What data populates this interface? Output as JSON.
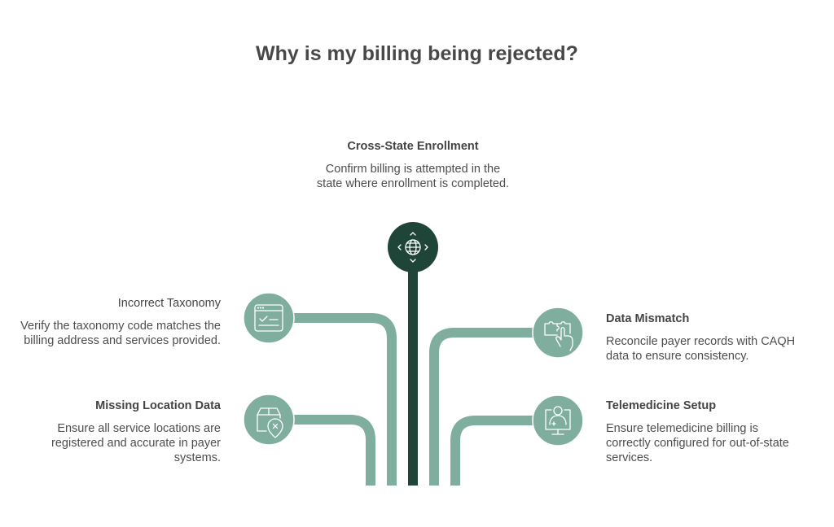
{
  "title": "Why is my billing being rejected?",
  "colors": {
    "primary_dark": "#1f4538",
    "secondary": "#7fae9f",
    "icon_stroke": "#ffffff",
    "text": "#4a4a4a"
  },
  "center": {
    "heading": "Cross-State Enrollment",
    "description": "Confirm billing is attempted in the state where enrollment is completed.",
    "icon": "globe-navigation-icon"
  },
  "branches": [
    {
      "side": "left",
      "heading": "Incorrect Taxonomy",
      "description": "Verify the taxonomy code matches the billing address and services provided.",
      "icon": "browser-checklist-icon"
    },
    {
      "side": "left",
      "heading": "Missing Location Data",
      "description": "Ensure all service locations are registered and accurate in payer systems.",
      "icon": "box-location-error-icon"
    },
    {
      "side": "right",
      "heading": "Data Mismatch",
      "description": "Reconcile payer records with CAQH data to ensure consistency.",
      "icon": "puzzle-hand-icon"
    },
    {
      "side": "right",
      "heading": "Telemedicine Setup",
      "description": "Ensure telemedicine billing is correctly configured for out-of-state services.",
      "icon": "telemedicine-monitor-icon"
    }
  ]
}
